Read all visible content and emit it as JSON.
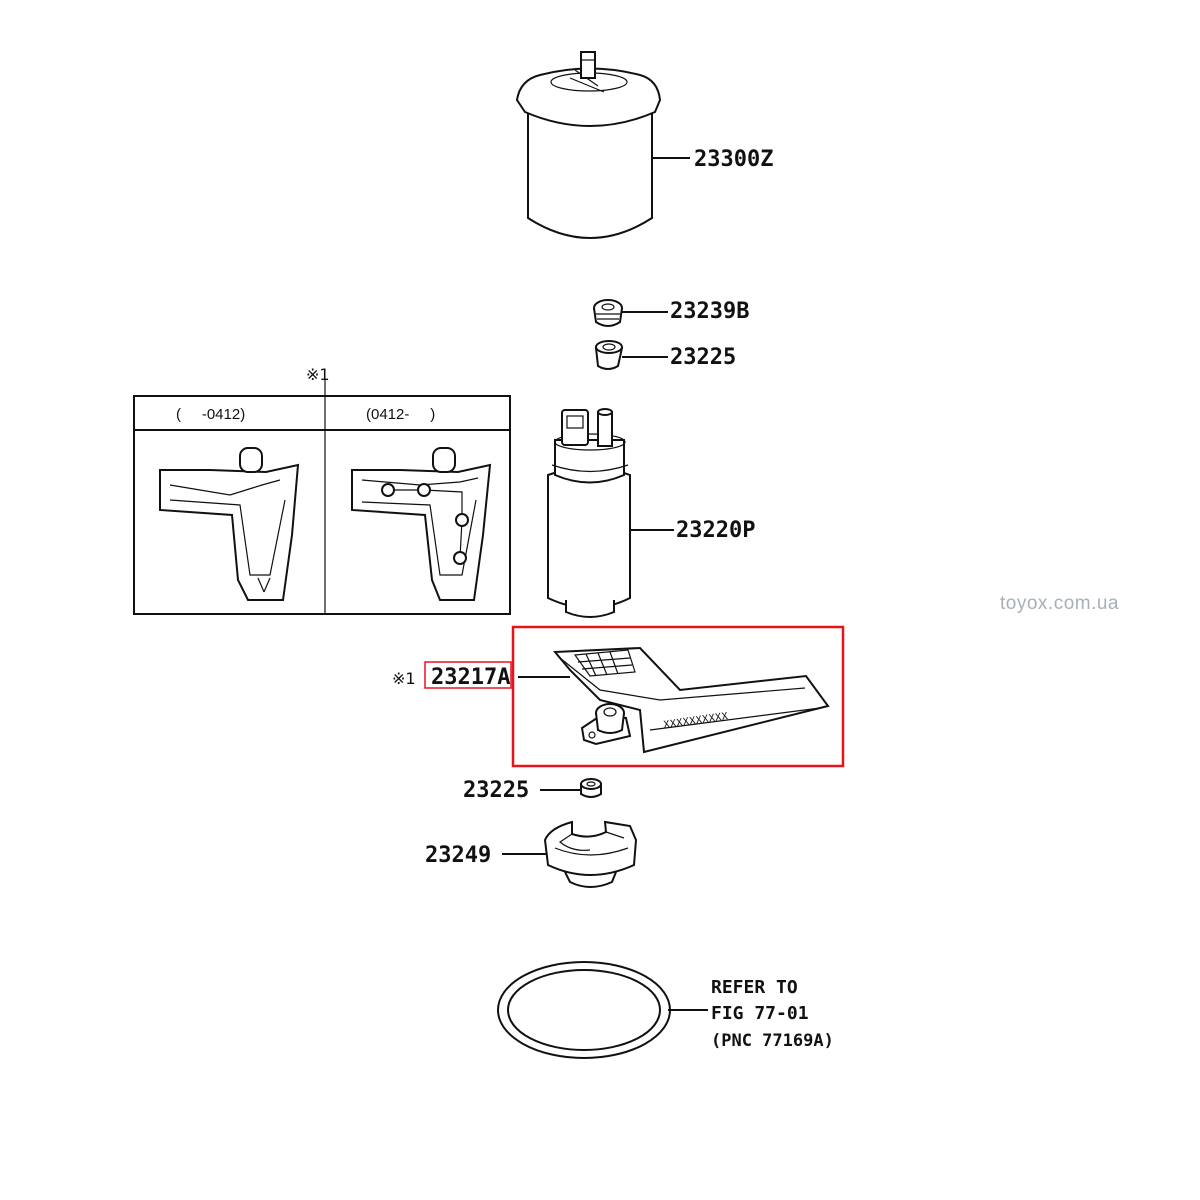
{
  "parts": [
    {
      "id": "fuel-filter",
      "label": "23300Z"
    },
    {
      "id": "grommet",
      "label": "23239B"
    },
    {
      "id": "cushion-upper",
      "label": "23225"
    },
    {
      "id": "fuel-pump",
      "label": "23220P"
    },
    {
      "id": "fuel-suction-filter",
      "label": "23217A"
    },
    {
      "id": "cushion-lower",
      "label": "23225"
    },
    {
      "id": "pump-holder",
      "label": "23249"
    }
  ],
  "note": {
    "line1": "REFER TO",
    "line2": "FIG 77-01",
    "line3": "(PNC 77169A)"
  },
  "inset": {
    "marker": "※1",
    "left_header": "(     -0412)",
    "right_header": "(0412-     )"
  },
  "callout_marker": "※1",
  "suction_filter_stamp": "XXXXXXXXXX",
  "highlight": {
    "color": "#e8141c",
    "target": "23217A"
  },
  "watermark": "toyox.com.ua"
}
